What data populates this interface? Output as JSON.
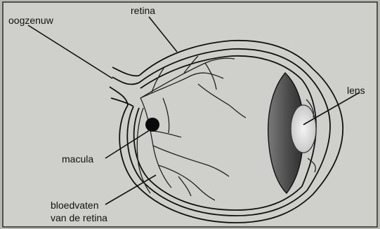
{
  "diagram": {
    "labels": {
      "oogzenuw": "oogzenuw",
      "retina": "retina",
      "lens": "lens",
      "macula": "macula",
      "bloedvaten_line1": "bloedvaten",
      "bloedvaten_line2": "van de retina"
    },
    "colors": {
      "background": "#b9b9b4",
      "panel": "#cfd0cb",
      "ink": "#111111",
      "lens_dark": "#5a5a5a",
      "lens_light": "#e8e8e8"
    }
  }
}
